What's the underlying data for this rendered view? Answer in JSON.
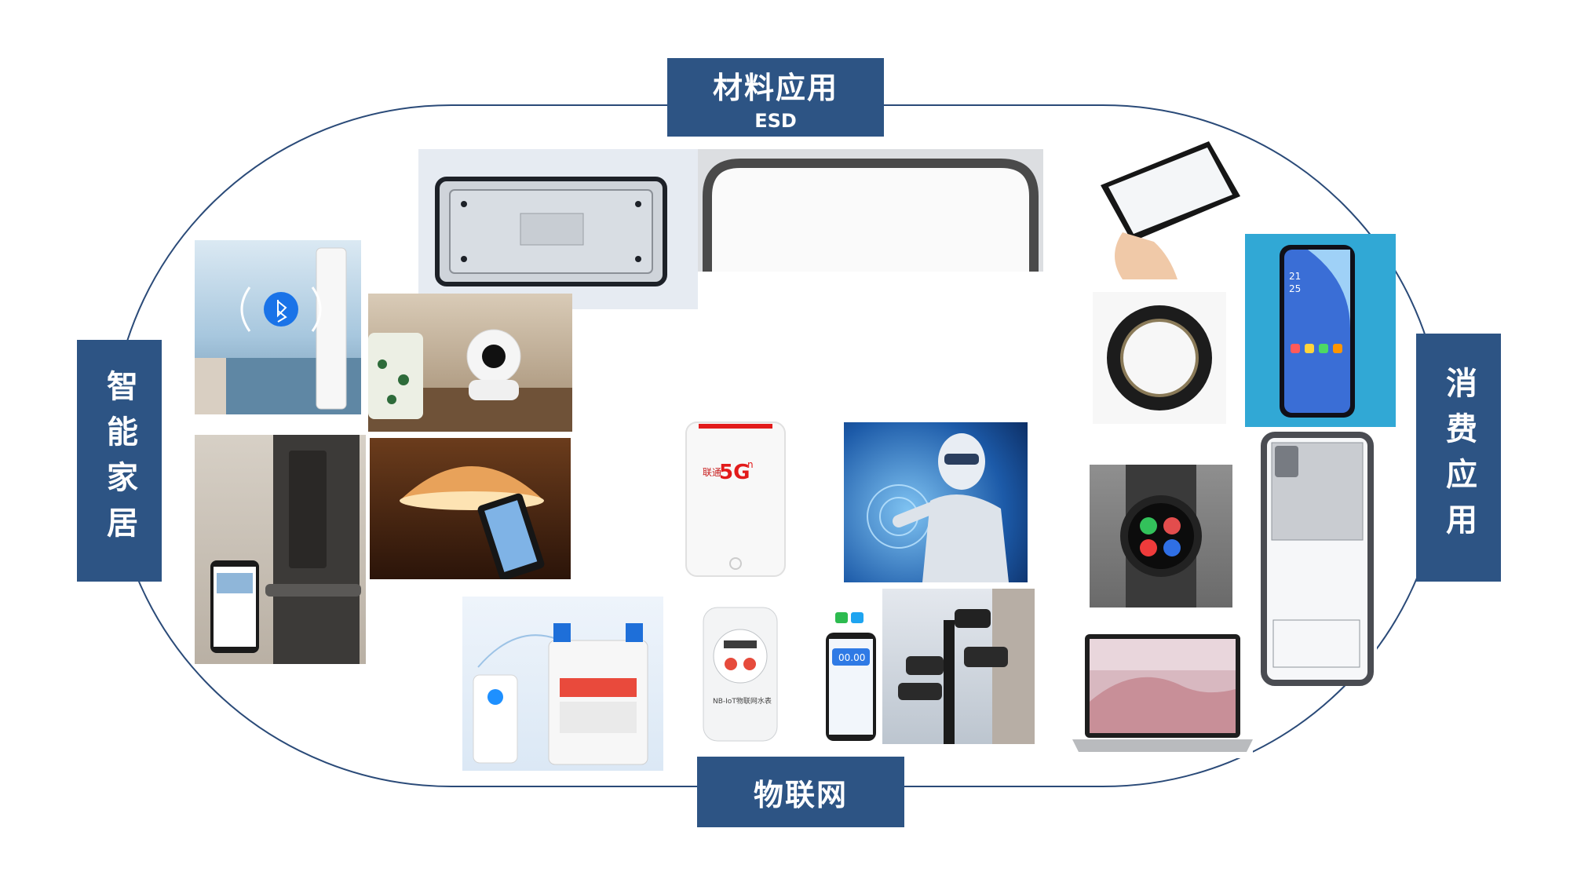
{
  "labels": {
    "top": {
      "title": "材料应用",
      "subtitle": "ESD"
    },
    "left": {
      "title": "智能家居"
    },
    "right": {
      "title": "消费应用"
    },
    "bottom": {
      "title": "物联网"
    }
  },
  "router_text": {
    "brand": "联通",
    "badge": "5G",
    "sup": "n"
  },
  "meter_text": {
    "display": "00.00",
    "label": "NB-IoT物联网水表"
  },
  "phone_time": {
    "h": "21",
    "m": "25"
  },
  "colors": {
    "label_bg": "#2d5484",
    "ring": "#2a4a78",
    "accent_red": "#e21b1b"
  }
}
